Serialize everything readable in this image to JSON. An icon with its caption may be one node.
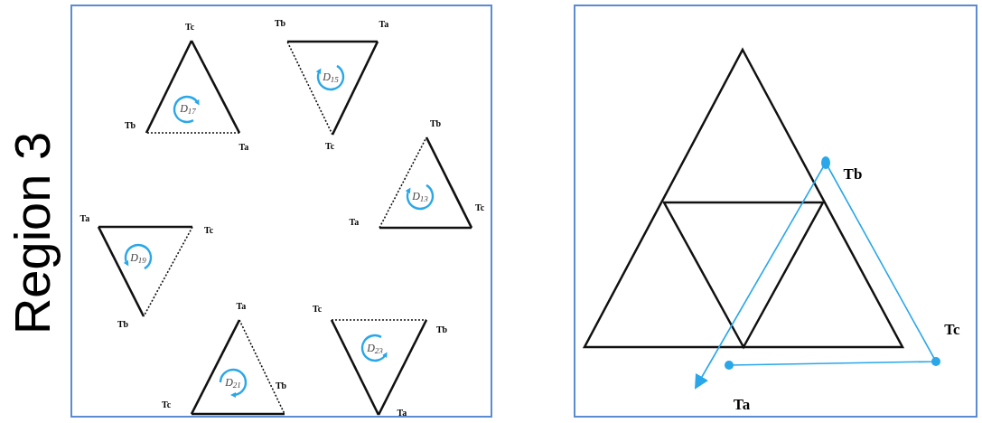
{
  "diagram": {
    "nodes": [
      {
        "text": [],
        "shape": "box"
      },
      {
        "text": [],
        "shape": "box"
      }
    ],
    "labels": [
      "Region 3",
      "Tc",
      "Tb",
      "Ta",
      "D$_{17}$",
      "Tb",
      "Ta",
      "Tc",
      "D$_{15}$",
      "Tb",
      "Tc",
      "Ta",
      "D$_{13}$",
      "Ta",
      "Tc",
      "Tb",
      "D$_{19}$",
      "Ta",
      "Tb",
      "Tc",
      "D$_{21}$",
      "Tc",
      "Tb",
      "Ta",
      "D$_{23}$",
      "Tb",
      "Tc",
      "Ta"
    ]
  }
}
